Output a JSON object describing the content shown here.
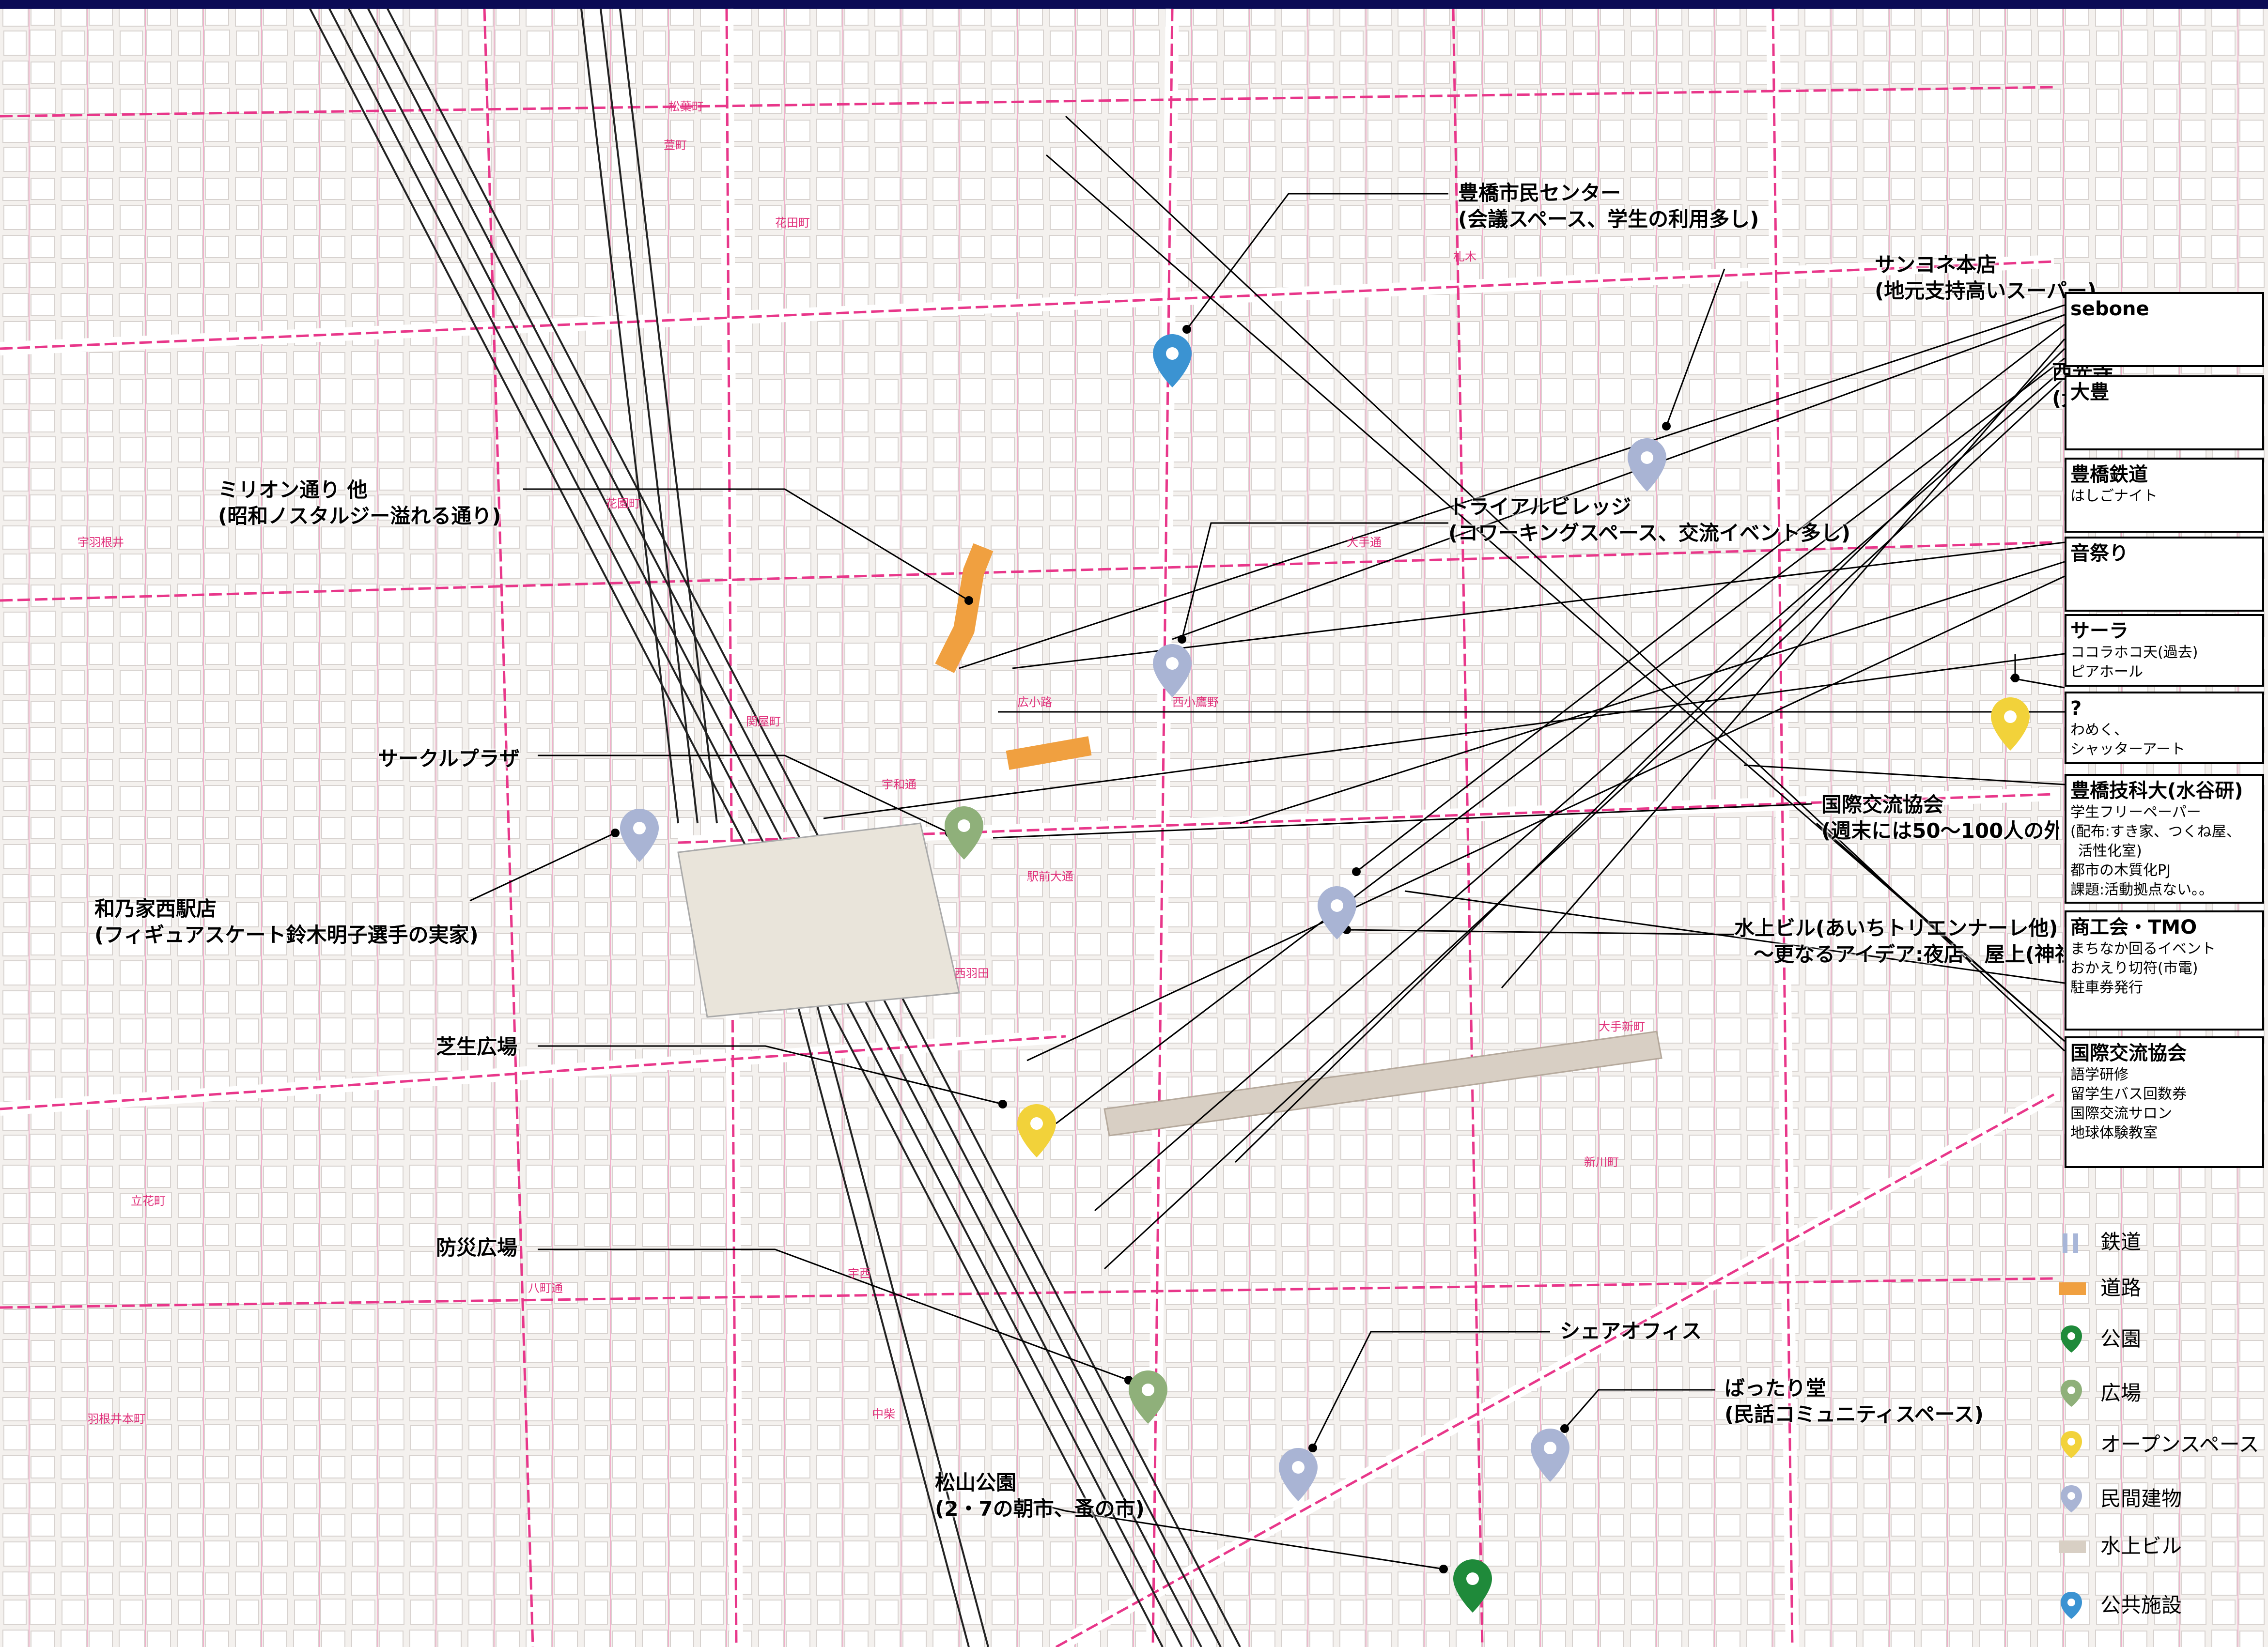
{
  "map_labels": [
    {
      "name": "toyohashi-shimin-center",
      "lines": [
        "豊橋市民センター",
        "(会議スペース、学生の利用多し)"
      ]
    },
    {
      "name": "sanyone-honten",
      "lines": [
        "サンヨネ本店",
        "(地元支持高いスーパー)"
      ]
    },
    {
      "name": "milion-dori",
      "lines": [
        "ミリオン通り 他",
        "(昭和ノスタルジー溢れる通り)"
      ]
    },
    {
      "name": "trial-village",
      "lines": [
        "トライアルビレッジ",
        "(コワーキングスペース、交流イベント多し)"
      ]
    },
    {
      "name": "circle-plaza",
      "lines": [
        "サークルプラザ"
      ]
    },
    {
      "name": "kokusai-koryu-kyokai",
      "lines": [
        "国際交流協会",
        "(週末には50〜100人の外"
      ]
    },
    {
      "name": "wanoya-nishi-ekiten",
      "lines": [
        "和乃家西駅店",
        "(フィギュアスケート鈴木明子選手の実家)"
      ]
    },
    {
      "name": "mizuue-building",
      "lines": [
        "水上ビル(あいちトリエンナーレ他)",
        "〜更なるアイデア:夜店、屋上(神社"
      ]
    },
    {
      "name": "shiba-hiroba",
      "lines": [
        "芝生広場"
      ]
    },
    {
      "name": "bosai-hiroba",
      "lines": [
        "防災広場"
      ]
    },
    {
      "name": "share-office",
      "lines": [
        "シェアオフィス"
      ]
    },
    {
      "name": "battari-do",
      "lines": [
        "ばったり堂",
        "(民話コミュニティスペース)"
      ]
    },
    {
      "name": "matsuyama-park",
      "lines": [
        "松山公園",
        "(2・7の朝市、蚤の市)"
      ]
    }
  ],
  "side_boxes": [
    {
      "title": "sebone",
      "subs": []
    },
    {
      "title": "大豊",
      "subs": []
    },
    {
      "title": "豊橋鉄道",
      "subs": [
        "はしごナイト"
      ]
    },
    {
      "title": "音祭り",
      "subs": []
    },
    {
      "title": "サーラ",
      "subs": [
        "ココラホコ天(過去)",
        "ピアホール"
      ]
    },
    {
      "title": "?",
      "subs": [
        "わめく、",
        "シャッターアート"
      ]
    },
    {
      "title": "豊橋技科大(水谷研)",
      "subs": [
        "学生フリーペーパー",
        "(配布:すき家、つくね屋、",
        "活性化室)",
        "都市の木質化PJ",
        "課題:活動拠点ない。。"
      ]
    },
    {
      "title": "商工会・TMO",
      "subs": [
        "まちなか回るイベント",
        "おかえり切符(市電)",
        "駐車券発行"
      ]
    },
    {
      "title": "国際交流協会",
      "subs": [
        "語学研修",
        "留学生バス回数券",
        "国際交流サロン",
        "地球体験教室"
      ]
    }
  ],
  "behind_box_text": [
    "西光寺",
    "(大豊"
  ],
  "legend": [
    {
      "label": "鉄道",
      "icon": "rail-icon",
      "color": "#a8b6d8"
    },
    {
      "label": "道路",
      "icon": "road-icon",
      "color": "#f0a040"
    },
    {
      "label": "公園",
      "icon": "park-pin-icon",
      "color": "#1f8a3a"
    },
    {
      "label": "広場",
      "icon": "plaza-pin-icon",
      "color": "#8fb07a"
    },
    {
      "label": "オープンスペース",
      "icon": "open-space-pin-icon",
      "color": "#f2d23a"
    },
    {
      "label": "民間建物",
      "icon": "private-building-pin-icon",
      "color": "#a9b4d4"
    },
    {
      "label": "水上ビル",
      "icon": "mizuue-icon",
      "color": "#d8cfc4"
    },
    {
      "label": "公共施設",
      "icon": "public-facility-pin-icon",
      "color": "#3b93d2"
    }
  ],
  "street_labels": [
    "松葉町",
    "花田町",
    "札木",
    "大手通",
    "広小路",
    "駅前大通",
    "新川町",
    "西小鷹野",
    "宇和通",
    "宇西",
    "八町通",
    "大手新町",
    "花園町",
    "萱町",
    "関屋町",
    "中柴",
    "羽根井本町",
    "立花町",
    "西羽田",
    "宇羽根井"
  ]
}
